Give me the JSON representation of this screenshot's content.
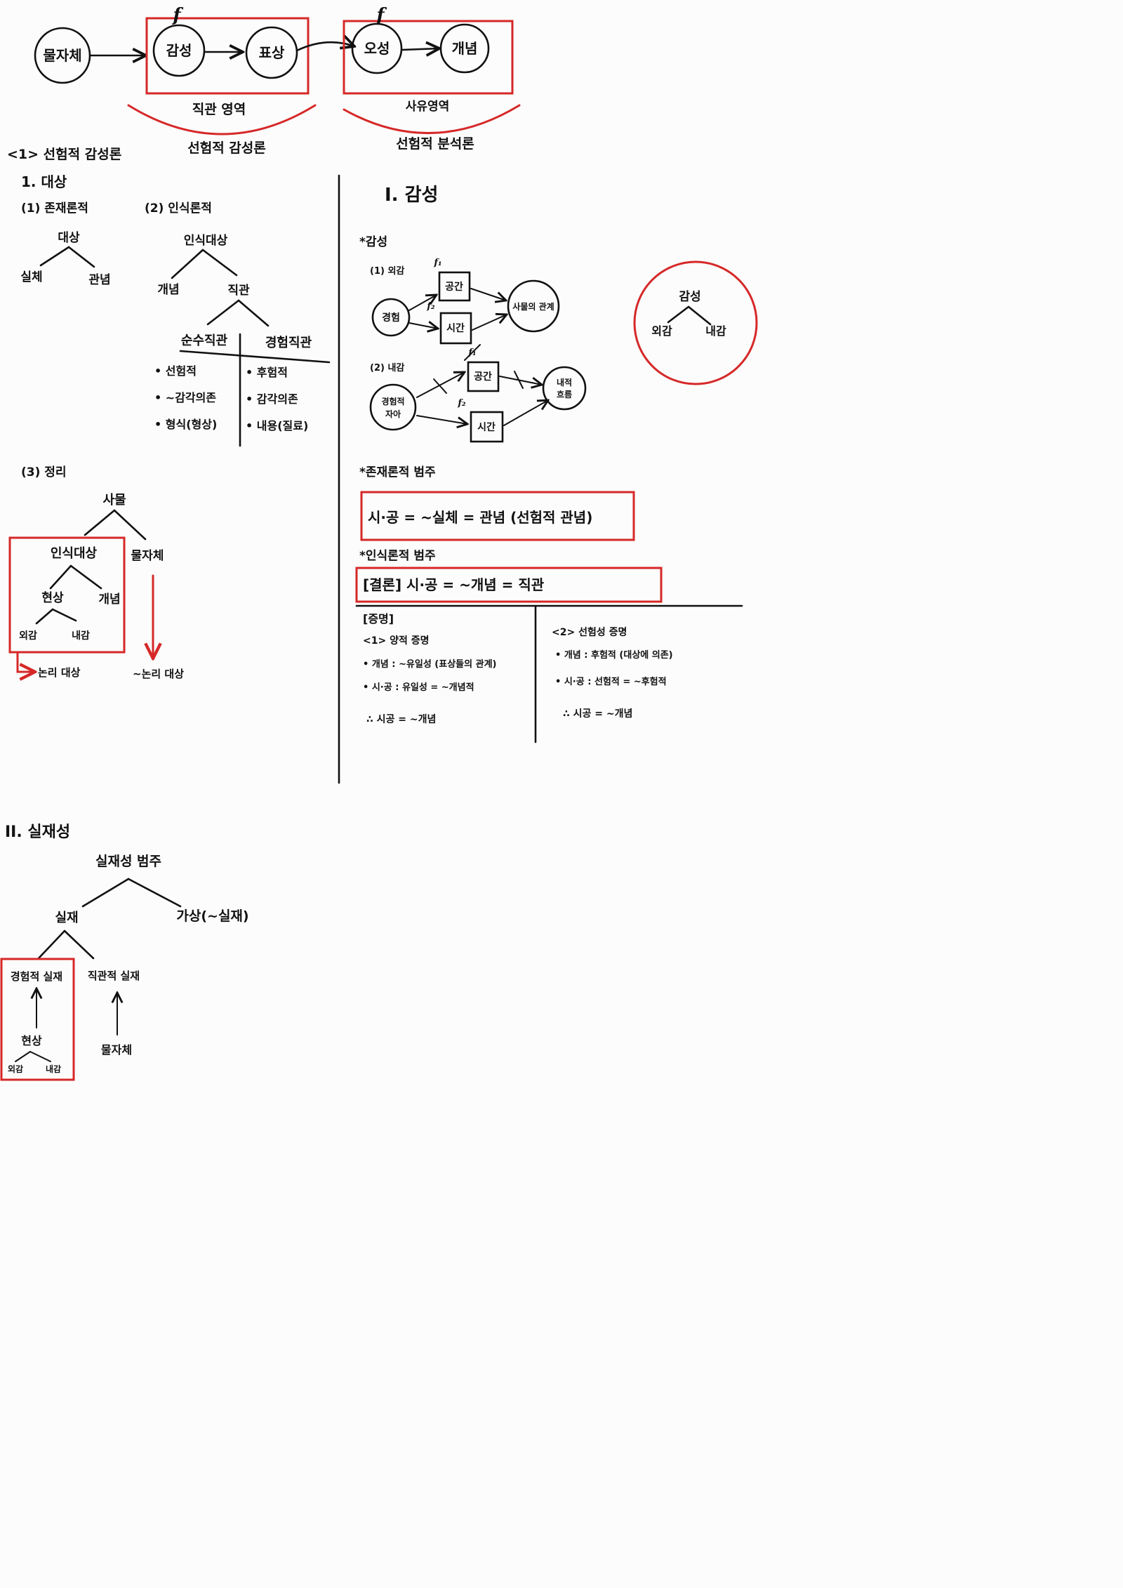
{
  "top_flow": {
    "thing_in_itself": "물자체",
    "sensibility": "감성",
    "representation": "표상",
    "understanding": "오성",
    "concept": "개념",
    "function_mark": "f",
    "intuition_area": "직관 영역",
    "aesthetic": "선험적 감성론",
    "thought_area": "사유영역",
    "analytic": "선험적 분석론"
  },
  "aesthetic_section": {
    "title": "<1> 선험적 감성론",
    "object_heading": "1. 대상",
    "ontological": {
      "heading": "(1) 존재론적",
      "root": "대상",
      "children": [
        "실체",
        "관념"
      ]
    },
    "epistemological": {
      "heading": "(2) 인식론적",
      "root": "인식대상",
      "children": [
        "개념",
        "직관"
      ],
      "intuition_children": [
        "순수직관",
        "경험직관"
      ],
      "pure_traits": [
        "• 선험적",
        "• ~감각의존",
        "• 형식(형상)"
      ],
      "empirical_traits": [
        "• 후험적",
        "• 감각의존",
        "• 내용(질료)"
      ]
    },
    "summary": {
      "heading": "(3) 정리",
      "root": "사물",
      "children": [
        "인식대상",
        "물자체"
      ],
      "object_children": [
        "현상",
        "개념"
      ],
      "phenomenon_children": [
        "외감",
        "내감"
      ],
      "logical_object": "논리 대상",
      "non_logical_object": "~논리 대상"
    }
  },
  "sensibility_section": {
    "title": "I. 감성",
    "heading": "*감성",
    "outer": {
      "heading": "(1) 외감",
      "source": "경험",
      "space": "공간",
      "time": "시간",
      "result": "사물의 관계",
      "f1": "f₁",
      "f2": "f₂"
    },
    "inner": {
      "heading": "(2) 내감",
      "source": [
        "경험적",
        "자아"
      ],
      "space": "공간",
      "time": "시간",
      "result": [
        "내적",
        "흐름"
      ],
      "f1": "f₁",
      "f2": "f₂"
    },
    "circle_tree": {
      "root": "감성",
      "children": [
        "외감",
        "내감"
      ]
    },
    "ontological_heading": "*존재론적 범주",
    "ontological_claim": "시·공 = ~실체 = 관념 (선험적 관념)",
    "epistemological_heading": "*인식론적 범주",
    "conclusion": "[결론] 시·공 = ~개념 = 직관",
    "proof_heading": "[증명]",
    "proof1": {
      "title": "<1> 양적 증명",
      "lines": [
        "• 개념 : ~유일성 (표상들의 관계)",
        "• 시·공 : 유일성 = ~개념적"
      ],
      "therefore": "∴ 시공 = ~개념"
    },
    "proof2": {
      "title": "<2> 선험성 증명",
      "lines": [
        "• 개념 : 후험적 (대상에 의존)",
        "• 시·공 : 선험적 = ~후험적"
      ],
      "therefore": "∴ 시공 = ~개념"
    }
  },
  "reality_section": {
    "title": "II. 실재성",
    "root": "실재성 범주",
    "children": [
      "실재",
      "가상(~실재)"
    ],
    "reality_children": [
      "경험적 실재",
      "직관적 실재"
    ],
    "phenomenon": "현상",
    "phenomenon_children": [
      "외감",
      "내감"
    ],
    "thing_in_itself": "물자체"
  },
  "colors": {
    "ink": "#111111",
    "highlight": "#d62828",
    "background": "#fcfcfc"
  }
}
